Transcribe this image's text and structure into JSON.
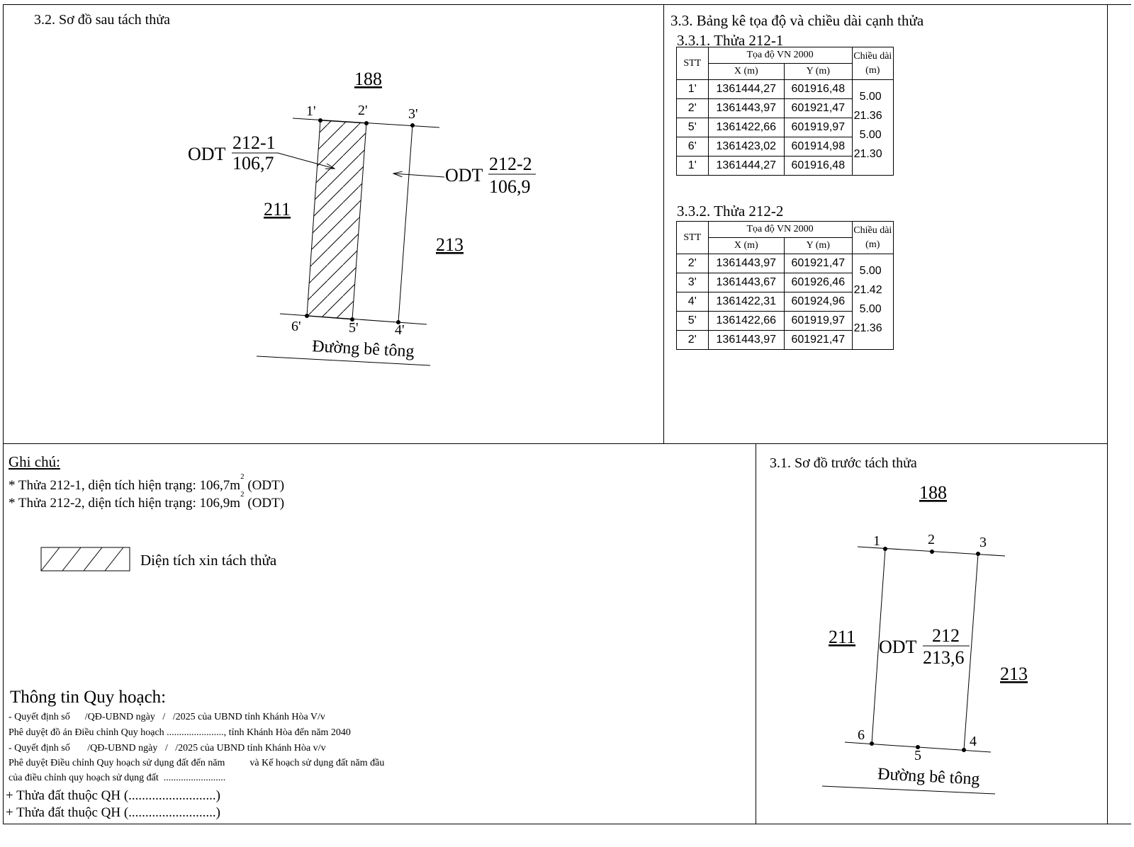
{
  "after_split": {
    "title": "3.2. Sơ đồ sau tách thửa",
    "neighbors": {
      "top": "188",
      "left": "211",
      "right": "213"
    },
    "points": [
      "1'",
      "2'",
      "3'",
      "6'",
      "5'",
      "4'"
    ],
    "parcel1": {
      "use": "ODT",
      "number": "212-1",
      "area": "106,7"
    },
    "parcel2": {
      "use": "ODT",
      "number": "212-2",
      "area": "106,9"
    },
    "road": "Đường bê tông"
  },
  "coord_tables": {
    "title": "3.3. Bảng kê tọa độ và chiều dài cạnh thửa",
    "header": {
      "stt": "STT",
      "coord": "Tọa độ VN 2000",
      "x": "X (m)",
      "y": "Y (m)",
      "length": "Chiều dài (m)"
    },
    "table1": {
      "title": "3.3.1. Thửa 212-1",
      "rows": [
        {
          "stt": "1'",
          "x": "1361444,27",
          "y": "601916,48"
        },
        {
          "stt": "2'",
          "x": "1361443,97",
          "y": "601921,47"
        },
        {
          "stt": "5'",
          "x": "1361422,66",
          "y": "601919,97"
        },
        {
          "stt": "6'",
          "x": "1361423,02",
          "y": "601914,98"
        },
        {
          "stt": "1'",
          "x": "1361444,27",
          "y": "601916,48"
        }
      ],
      "lengths": [
        "5.00",
        "21.36",
        "5.00",
        "21.30"
      ]
    },
    "table2": {
      "title": "3.3.2. Thửa 212-2",
      "rows": [
        {
          "stt": "2'",
          "x": "1361443,97",
          "y": "601921,47"
        },
        {
          "stt": "3'",
          "x": "1361443,67",
          "y": "601926,46"
        },
        {
          "stt": "4'",
          "x": "1361422,31",
          "y": "601924,96"
        },
        {
          "stt": "5'",
          "x": "1361422,66",
          "y": "601919,97"
        },
        {
          "stt": "2'",
          "x": "1361443,97",
          "y": "601921,47"
        }
      ],
      "lengths": [
        "5.00",
        "21.42",
        "5.00",
        "21.36"
      ]
    }
  },
  "notes": {
    "title": "Ghi chú:",
    "line1_pre": "* Thửa 212-1, diện tích hiện trạng: 106,7m",
    "line1_post": " (ODT)",
    "line2_pre": "* Thửa 212-2, diện tích hiện trạng: 106,9m",
    "line2_post": " (ODT)",
    "sup": "2",
    "legend": "Diện tích xin tách thửa"
  },
  "planning": {
    "title": "Thông tin Quy hoạch:",
    "lines": [
      "- Quyết định số      /QĐ-UBND ngày   /   /2025 của UBND tỉnh Khánh Hòa V/v",
      "Phê duyệt đồ án Điều chỉnh Quy hoạch ......................., tỉnh Khánh Hòa đến năm 2040",
      "- Quyết định số       /QĐ-UBND ngày   /   /2025 của UBND tỉnh Khánh Hòa v/v",
      "Phê duyệt Điều chỉnh Quy hoạch sử dụng đất đến năm          và Kế hoạch sử dụng đất năm đầu",
      "của điều chỉnh quy hoạch sử dụng đất  ........................."
    ],
    "items": [
      "+ Thửa đất thuộc QH (..........................)",
      "+ Thửa đất thuộc QH (..........................)"
    ]
  },
  "before_split": {
    "title": "3.1. Sơ đồ trước tách thửa",
    "neighbors": {
      "top": "188",
      "left": "211",
      "right": "213"
    },
    "points": [
      "1",
      "2",
      "3",
      "6",
      "5",
      "4"
    ],
    "parcel": {
      "use": "ODT",
      "number": "212",
      "area": "213,6"
    },
    "road": "Đường bê tông"
  }
}
